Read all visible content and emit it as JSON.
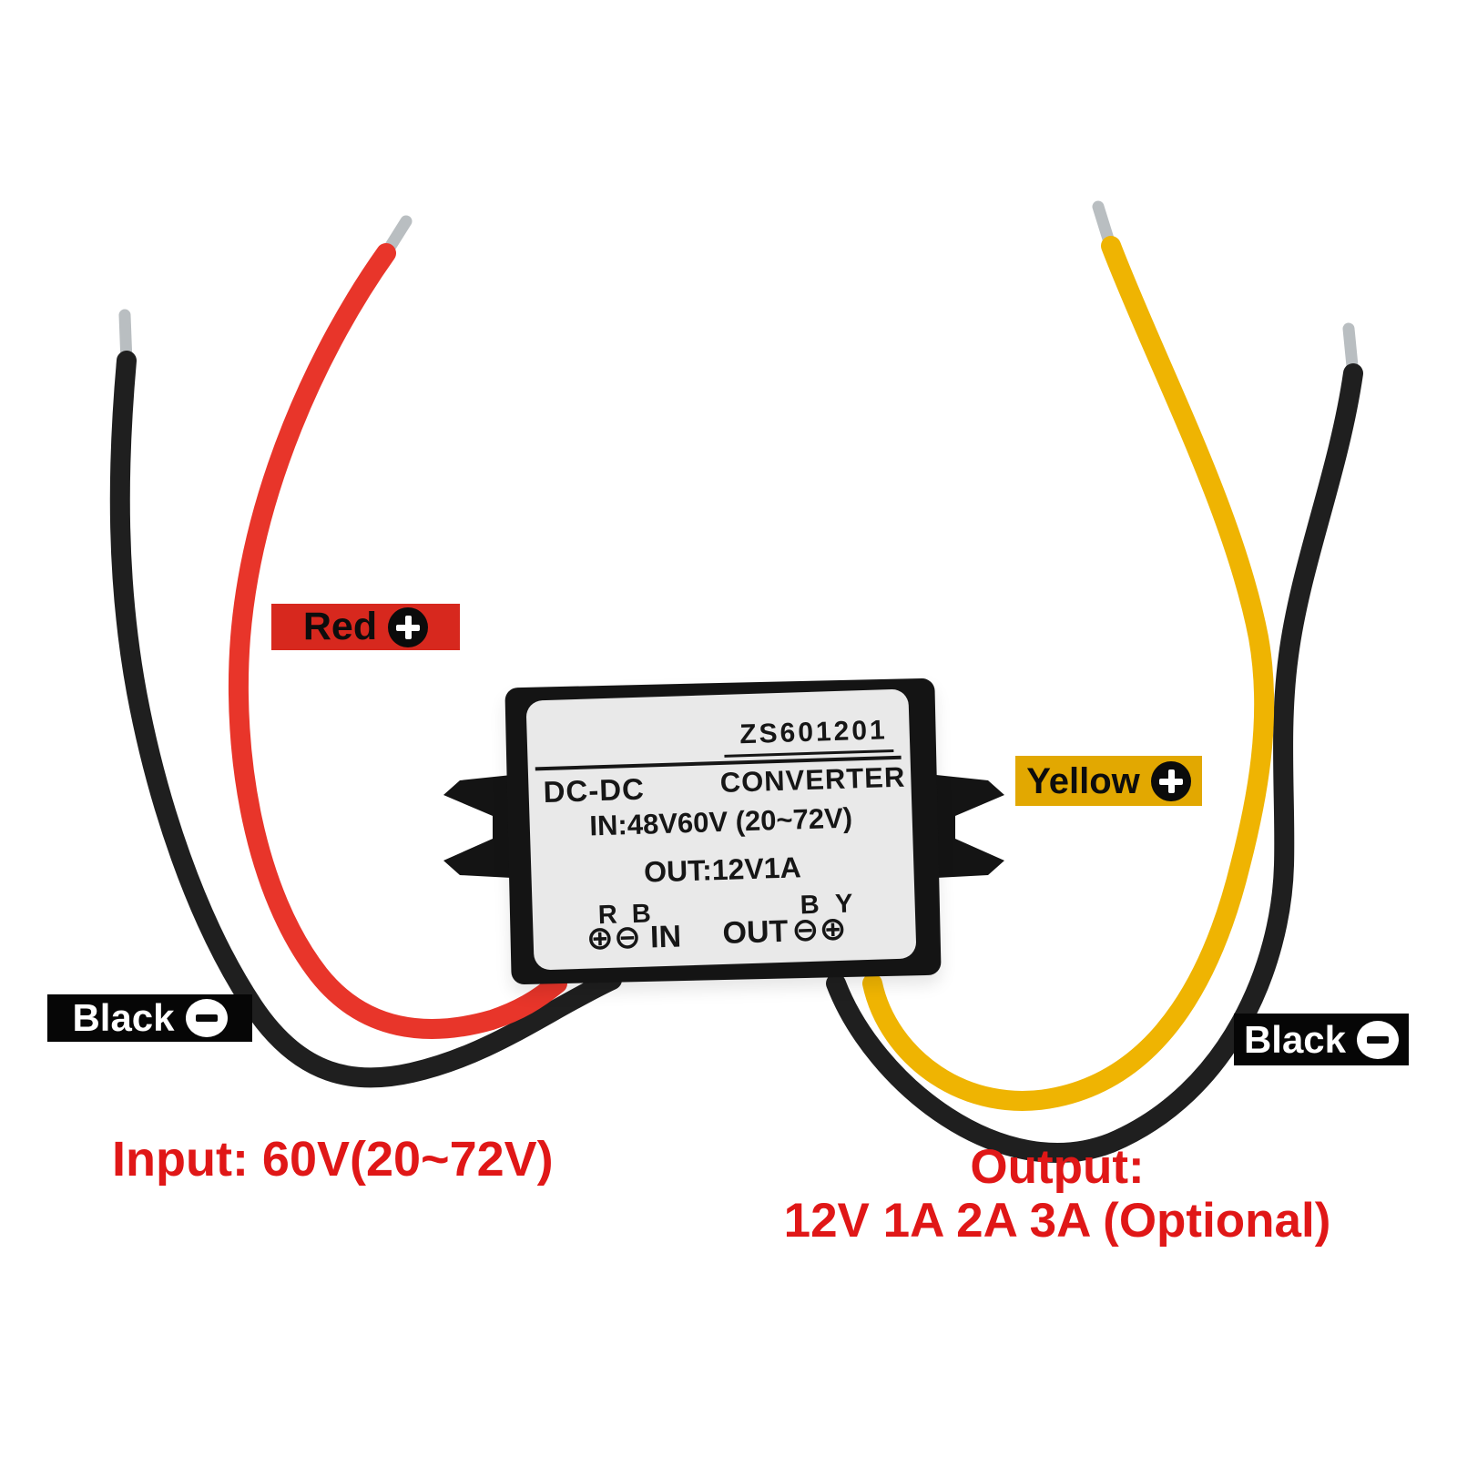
{
  "colors": {
    "red_wire": "#e8352a",
    "yellow_wire": "#efb402",
    "black_wire": "#1f1f1f",
    "silver_tip": "#b9bec1",
    "case_body": "#141414",
    "label_bg": "#e9e9e9",
    "badge_red_bg": "#d7281e",
    "badge_yellow_bg": "#e2a801",
    "badge_black_bg": "#060606",
    "caption_text": "#e01717"
  },
  "badges": {
    "red": {
      "label": "Red",
      "polarity": "+"
    },
    "yellow": {
      "label": "Yellow",
      "polarity": "+"
    },
    "black_left": {
      "label": "Black",
      "polarity": "−"
    },
    "black_right": {
      "label": "Black",
      "polarity": "−"
    }
  },
  "module": {
    "model": "ZS601201",
    "product_left": "DC-DC",
    "product_right": "CONVERTER",
    "input_spec": "IN:48V60V (20~72V)",
    "output_spec": "OUT:12V1A",
    "in_terminal_letters": "R B",
    "in_plus": "⊕",
    "in_minus": "⊖",
    "in_label": "IN",
    "out_label": "OUT",
    "out_terminal_letters": "B Y",
    "out_minus": "⊖",
    "out_plus": "⊕"
  },
  "captions": {
    "input": "Input: 60V(20~72V)",
    "output_line1": "Output:",
    "output_line2": "12V 1A 2A 3A (Optional)"
  }
}
